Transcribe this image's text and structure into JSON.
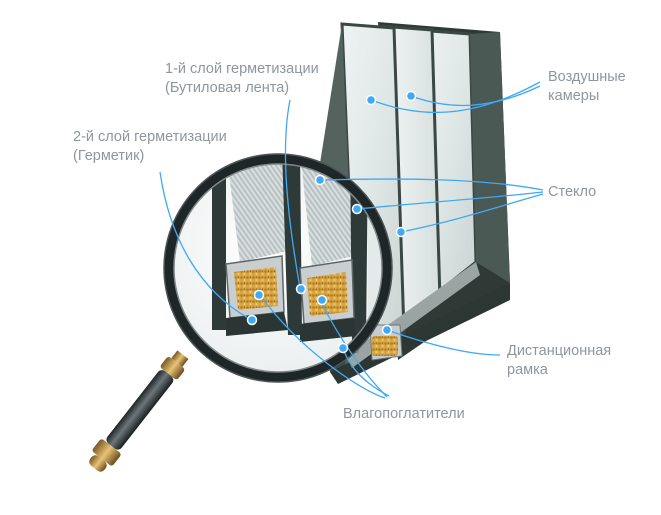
{
  "labels": {
    "sealing_layer_1": {
      "line1": "1-й слой герметизации",
      "line2": "(Бутиловая лента)"
    },
    "sealing_layer_2": {
      "line1": "2-й слой герметизации",
      "line2": "(Герметик)"
    },
    "air_chambers": {
      "line1": "Воздушные",
      "line2": "камеры"
    },
    "glass": "Стекло",
    "spacer_frame": {
      "line1": "Дистанционная",
      "line2": "рамка"
    },
    "desiccants": "Влагопоглатители"
  },
  "colors": {
    "callout_line": "#3fa9f5",
    "label_text": "#8f969c",
    "frame_dark": "#3e4b47",
    "desiccant": "#d9a441"
  }
}
